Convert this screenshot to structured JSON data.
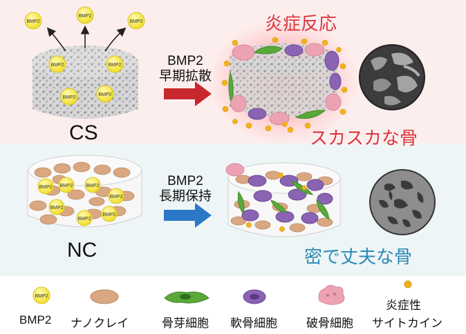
{
  "bmp_token": "BMP2",
  "cs": {
    "label": "CS",
    "arrow_line1": "BMP2",
    "arrow_line2": "早期拡散",
    "effect_top": "炎症反応",
    "effect_bottom": "スカスカな骨"
  },
  "nc": {
    "label": "NC",
    "arrow_line1": "BMP2",
    "arrow_line2": "長期保持",
    "effect_bottom": "密で丈夫な骨"
  },
  "legend": {
    "bmp2": "BMP2",
    "nanoclay": "ナノクレイ",
    "osteoblast": "骨芽細胞",
    "chondrocyte": "軟骨細胞",
    "osteoclast": "破骨細胞",
    "cytokine_line1": "炎症性",
    "cytokine_line2": "サイトカイン"
  },
  "colors": {
    "top_bg": "#fdeeee",
    "bottom_bg": "#eef5f6",
    "red_arrow": "#c8282d",
    "blue_arrow": "#2b78c7",
    "red_text": "#d9363e",
    "blue_text": "#2a8ab8",
    "bmp_fill": "#f7ec4a",
    "clay_fill": "#d9a882",
    "osteoblast_fill": "#5aa83a",
    "chondrocyte_fill": "#8a63b3",
    "osteoclast_fill": "#eda2b4",
    "cytokine_fill": "#f3b21b"
  }
}
